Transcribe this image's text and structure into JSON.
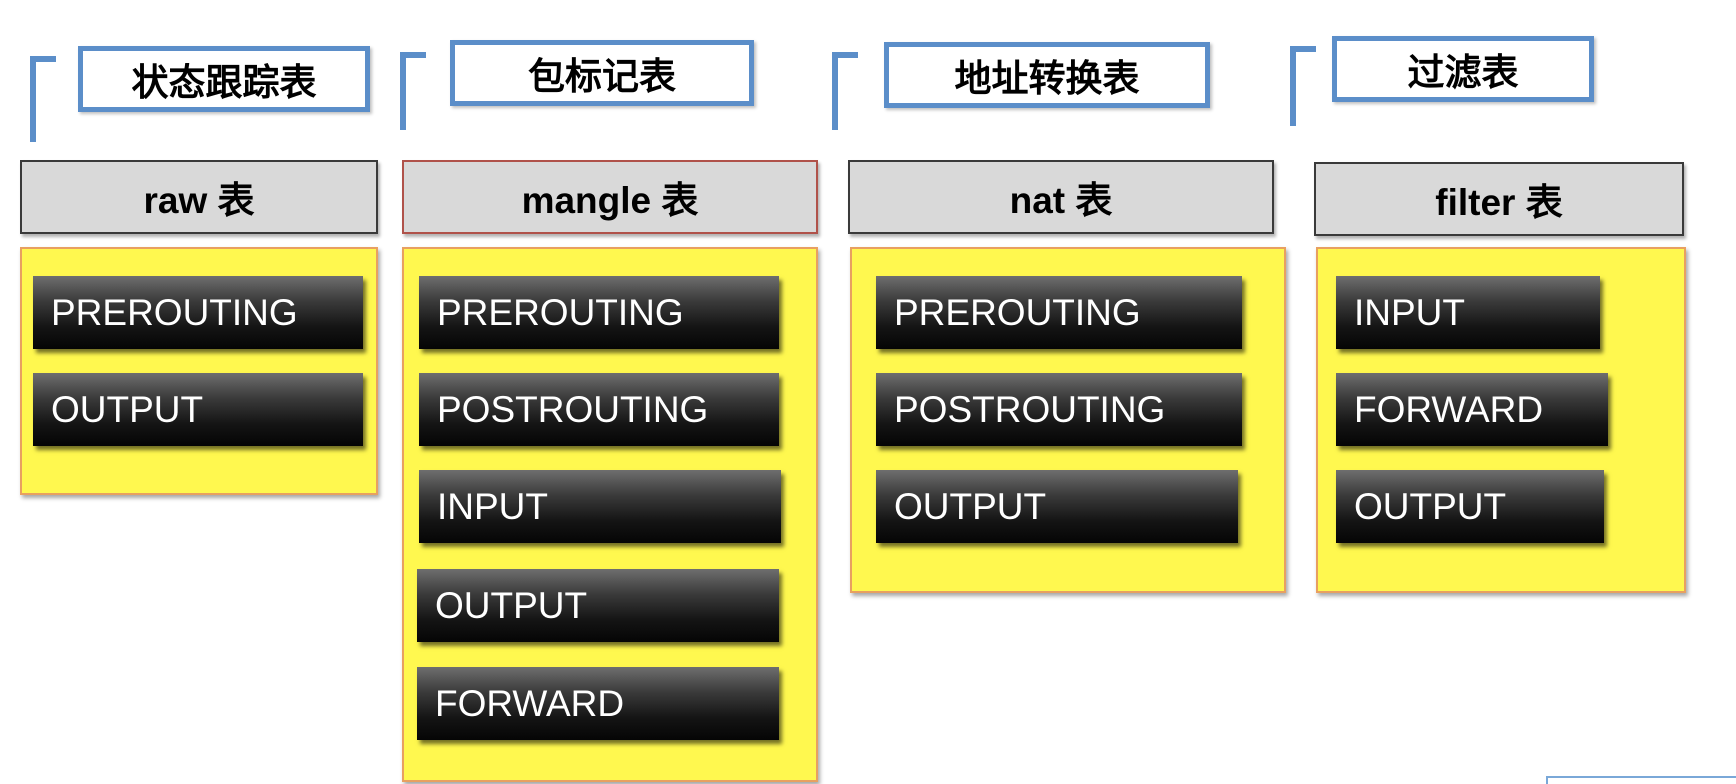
{
  "titles": {
    "state": "状态跟踪表",
    "mark": "包标记表",
    "nat": "地址转换表",
    "filter": "过滤表"
  },
  "tables": {
    "raw": {
      "header": "raw 表",
      "chains": [
        "PREROUTING",
        "OUTPUT"
      ]
    },
    "mangle": {
      "header": "mangle 表",
      "chains": [
        "PREROUTING",
        "POSTROUTING",
        "INPUT",
        "OUTPUT",
        "FORWARD"
      ]
    },
    "nat": {
      "header": "nat 表",
      "chains": [
        "PREROUTING",
        "POSTROUTING",
        "OUTPUT"
      ]
    },
    "filter": {
      "header": "filter 表",
      "chains": [
        "INPUT",
        "FORWARD",
        "OUTPUT"
      ]
    }
  },
  "colors": {
    "title_border": "#5b8ec9",
    "panel_fill": "#fff84f",
    "header_fill": "#d9d9d9",
    "chain_fill": "#141414"
  }
}
